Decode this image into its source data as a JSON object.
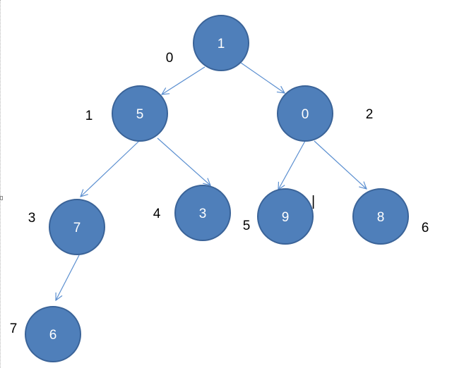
{
  "colors": {
    "node_fill": "#4f7fba",
    "node_stroke": "#3a6398",
    "node_text": "#ffffff",
    "edge": "#5b8fd0",
    "index_text": "#000000",
    "background": "#ffffff"
  },
  "nodes": [
    {
      "id": "n0",
      "value": "1",
      "index": "0"
    },
    {
      "id": "n1",
      "value": "5",
      "index": "1"
    },
    {
      "id": "n2",
      "value": "0",
      "index": "2"
    },
    {
      "id": "n3",
      "value": "7",
      "index": "3"
    },
    {
      "id": "n4",
      "value": "3",
      "index": "4"
    },
    {
      "id": "n5",
      "value": "9",
      "index": "5"
    },
    {
      "id": "n6",
      "value": "8",
      "index": "6"
    },
    {
      "id": "n7",
      "value": "6",
      "index": "7"
    }
  ],
  "edges": [
    {
      "from": "n0",
      "to": "n1"
    },
    {
      "from": "n0",
      "to": "n2"
    },
    {
      "from": "n1",
      "to": "n3"
    },
    {
      "from": "n1",
      "to": "n4"
    },
    {
      "from": "n2",
      "to": "n5"
    },
    {
      "from": "n2",
      "to": "n6"
    },
    {
      "from": "n3",
      "to": "n7"
    }
  ],
  "stray_mark": "|"
}
